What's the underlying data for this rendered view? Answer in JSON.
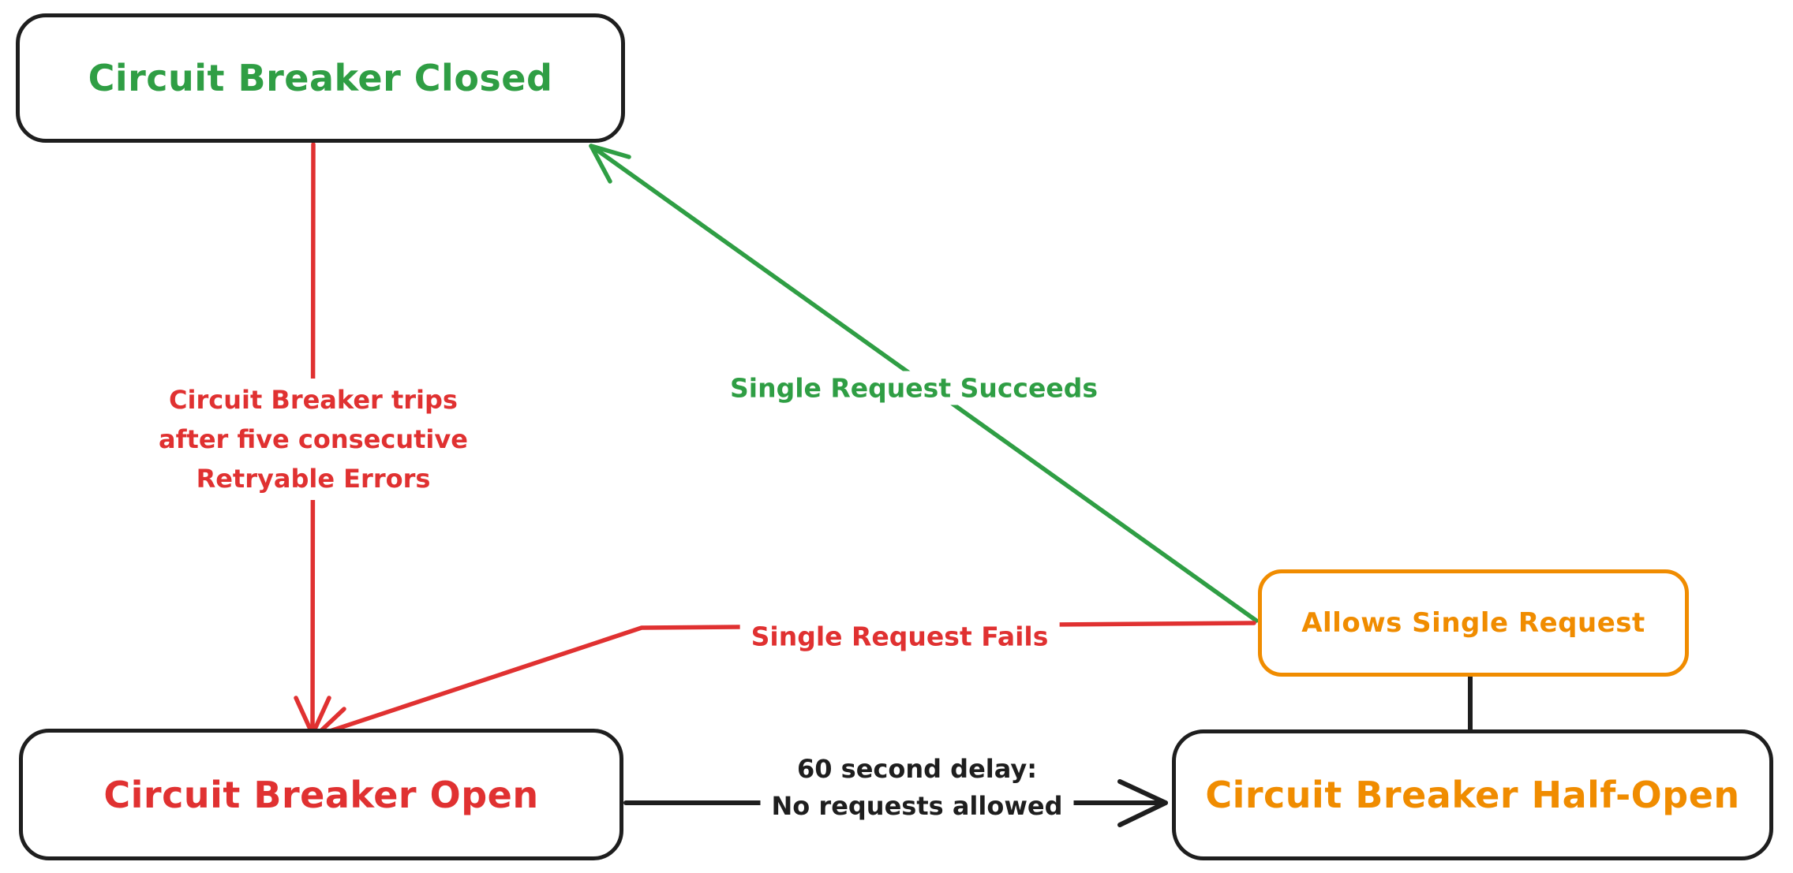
{
  "canvas": {
    "background": "#ffffff"
  },
  "colors": {
    "green": "#2f9e44",
    "red": "#e03131",
    "orange": "#f08c00",
    "black": "#1e1e1e"
  },
  "nodes": {
    "closed": {
      "label": "Circuit Breaker Closed",
      "text_color": "#2f9e44",
      "border_color": "#1e1e1e"
    },
    "open": {
      "label": "Circuit Breaker Open",
      "text_color": "#e03131",
      "border_color": "#1e1e1e"
    },
    "half_open": {
      "label": "Circuit Breaker Half-Open",
      "text_color": "#f08c00",
      "border_color": "#1e1e1e"
    },
    "allows_single_request": {
      "label": "Allows Single Request",
      "text_color": "#f08c00",
      "border_color": "#f08c00"
    }
  },
  "edges": {
    "trip": {
      "from": "closed",
      "to": "open",
      "color": "#e03131",
      "label_lines": [
        "Circuit Breaker trips",
        "after five consecutive",
        "Retryable Errors"
      ]
    },
    "succeeds": {
      "from": "allows_single_request",
      "to": "closed",
      "color": "#2f9e44",
      "label": "Single Request Succeeds"
    },
    "fails": {
      "from": "allows_single_request",
      "to": "open",
      "color": "#e03131",
      "label": "Single Request Fails"
    },
    "delay": {
      "from": "open",
      "to": "half_open",
      "color": "#1e1e1e",
      "label_lines": [
        "60 second delay:",
        "No requests allowed"
      ]
    },
    "link": {
      "from": "allows_single_request",
      "to": "half_open",
      "color": "#1e1e1e"
    }
  }
}
